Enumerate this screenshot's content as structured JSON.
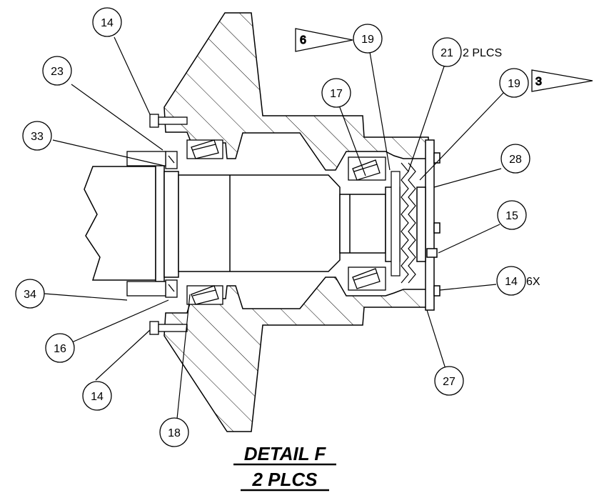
{
  "balloons": {
    "b14_top": "14",
    "b23": "23",
    "b33": "33",
    "b34": "34",
    "b16": "16",
    "b14_bottom": "14",
    "b18": "18",
    "b17": "17",
    "b19_top": "19",
    "b21": "21",
    "b19_right": "19",
    "b28": "28",
    "b15": "15",
    "b14_right": "14",
    "b27": "27"
  },
  "notes": {
    "plcs_21": "2 PLCS",
    "qty_14": "6X",
    "weld_flag_left": "6",
    "weld_flag_right": "3"
  },
  "title": {
    "line1": "DETAIL  F",
    "line2": "2 PLCS"
  }
}
